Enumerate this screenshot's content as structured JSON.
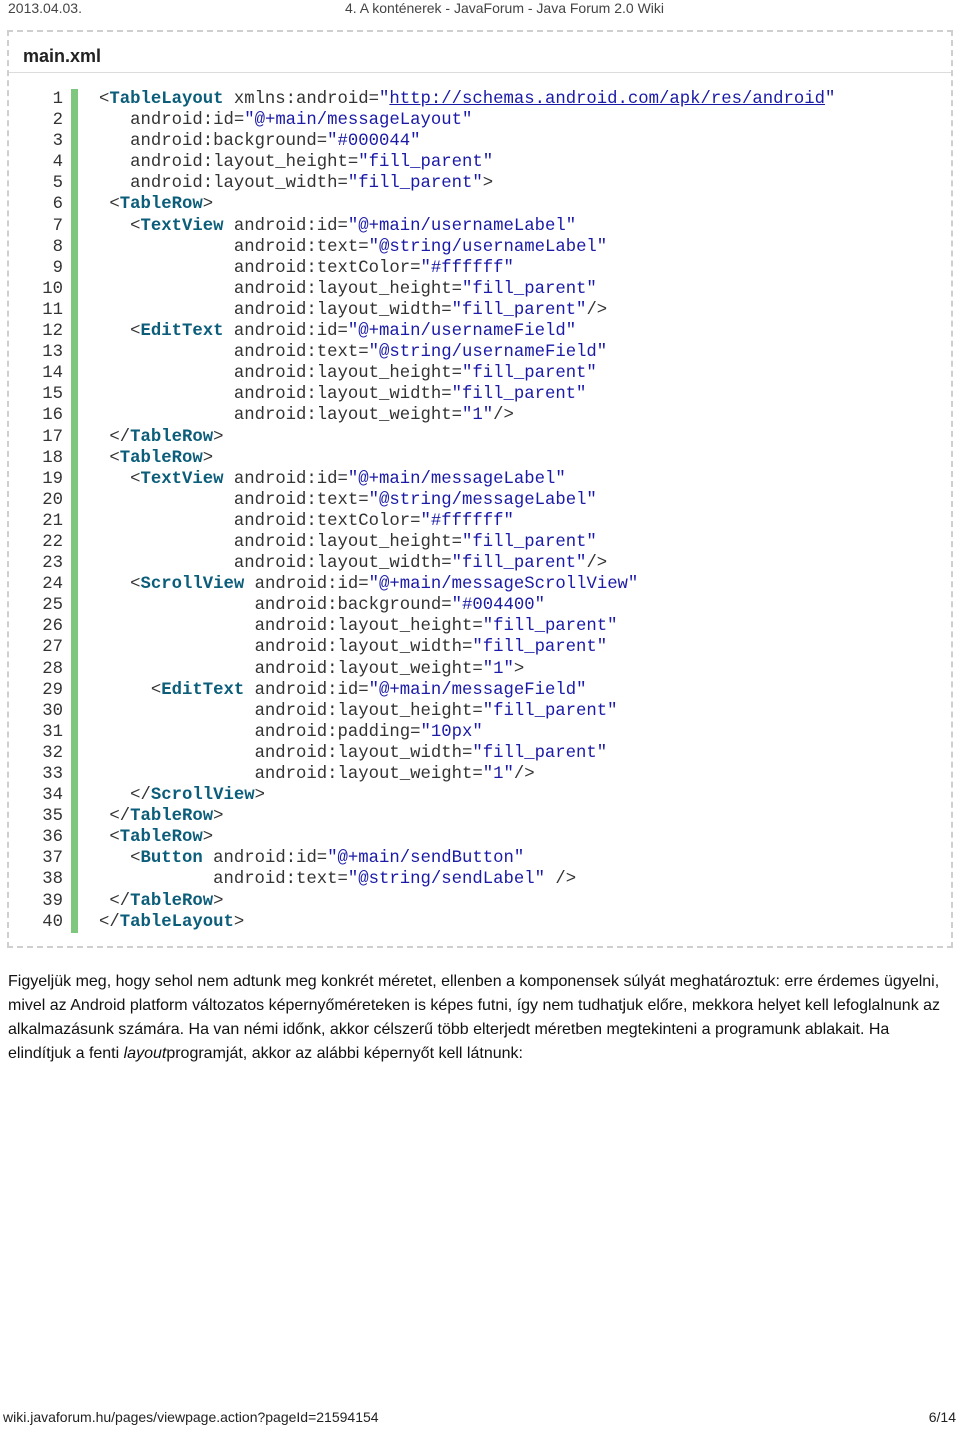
{
  "header": {
    "date": "2013.04.03.",
    "title": "4. A konténerek - JavaForum - Java Forum 2.0 Wiki"
  },
  "panel": {
    "title": "main.xml"
  },
  "code_lines": [
    {
      "n": "1",
      "ind": "",
      "p": [
        [
          "t",
          "<"
        ],
        [
          "g",
          "TableLayout"
        ],
        [
          "t",
          " xmlns:android="
        ],
        [
          "s",
          "\""
        ],
        [
          "u",
          "http://schemas.android.com/apk/res/android"
        ],
        [
          "s",
          "\""
        ]
      ]
    },
    {
      "n": "2",
      "ind": "   ",
      "p": [
        [
          "t",
          "android:id="
        ],
        [
          "s",
          "\"@+main/messageLayout\""
        ]
      ]
    },
    {
      "n": "3",
      "ind": "   ",
      "p": [
        [
          "t",
          "android:background="
        ],
        [
          "s",
          "\"#000044\""
        ]
      ]
    },
    {
      "n": "4",
      "ind": "   ",
      "p": [
        [
          "t",
          "android:layout_height="
        ],
        [
          "s",
          "\"fill_parent\""
        ]
      ]
    },
    {
      "n": "5",
      "ind": "   ",
      "p": [
        [
          "t",
          "android:layout_width="
        ],
        [
          "s",
          "\"fill_parent\""
        ],
        [
          "t",
          ">"
        ]
      ]
    },
    {
      "n": "6",
      "ind": " ",
      "p": [
        [
          "t",
          "<"
        ],
        [
          "g",
          "TableRow"
        ],
        [
          "t",
          ">"
        ]
      ]
    },
    {
      "n": "7",
      "ind": "   ",
      "p": [
        [
          "t",
          "<"
        ],
        [
          "g",
          "TextView"
        ],
        [
          "t",
          " android:id="
        ],
        [
          "s",
          "\"@+main/usernameLabel\""
        ]
      ]
    },
    {
      "n": "8",
      "ind": "             ",
      "p": [
        [
          "t",
          "android:text="
        ],
        [
          "s",
          "\"@string/usernameLabel\""
        ]
      ]
    },
    {
      "n": "9",
      "ind": "             ",
      "p": [
        [
          "t",
          "android:textColor="
        ],
        [
          "s",
          "\"#ffffff\""
        ]
      ]
    },
    {
      "n": "10",
      "ind": "             ",
      "p": [
        [
          "t",
          "android:layout_height="
        ],
        [
          "s",
          "\"fill_parent\""
        ]
      ]
    },
    {
      "n": "11",
      "ind": "             ",
      "p": [
        [
          "t",
          "android:layout_width="
        ],
        [
          "s",
          "\"fill_parent\""
        ],
        [
          "t",
          "/>"
        ]
      ]
    },
    {
      "n": "12",
      "ind": "   ",
      "p": [
        [
          "t",
          "<"
        ],
        [
          "g",
          "EditText"
        ],
        [
          "t",
          " android:id="
        ],
        [
          "s",
          "\"@+main/usernameField\""
        ]
      ]
    },
    {
      "n": "13",
      "ind": "             ",
      "p": [
        [
          "t",
          "android:text="
        ],
        [
          "s",
          "\"@string/usernameField\""
        ]
      ]
    },
    {
      "n": "14",
      "ind": "             ",
      "p": [
        [
          "t",
          "android:layout_height="
        ],
        [
          "s",
          "\"fill_parent\""
        ]
      ]
    },
    {
      "n": "15",
      "ind": "             ",
      "p": [
        [
          "t",
          "android:layout_width="
        ],
        [
          "s",
          "\"fill_parent\""
        ]
      ]
    },
    {
      "n": "16",
      "ind": "             ",
      "p": [
        [
          "t",
          "android:layout_weight="
        ],
        [
          "s",
          "\"1\""
        ],
        [
          "t",
          "/>"
        ]
      ]
    },
    {
      "n": "17",
      "ind": " ",
      "p": [
        [
          "t",
          "</"
        ],
        [
          "g",
          "TableRow"
        ],
        [
          "t",
          ">"
        ]
      ]
    },
    {
      "n": "18",
      "ind": " ",
      "p": [
        [
          "t",
          "<"
        ],
        [
          "g",
          "TableRow"
        ],
        [
          "t",
          ">"
        ]
      ]
    },
    {
      "n": "19",
      "ind": "   ",
      "p": [
        [
          "t",
          "<"
        ],
        [
          "g",
          "TextView"
        ],
        [
          "t",
          " android:id="
        ],
        [
          "s",
          "\"@+main/messageLabel\""
        ]
      ]
    },
    {
      "n": "20",
      "ind": "             ",
      "p": [
        [
          "t",
          "android:text="
        ],
        [
          "s",
          "\"@string/messageLabel\""
        ]
      ]
    },
    {
      "n": "21",
      "ind": "             ",
      "p": [
        [
          "t",
          "android:textColor="
        ],
        [
          "s",
          "\"#ffffff\""
        ]
      ]
    },
    {
      "n": "22",
      "ind": "             ",
      "p": [
        [
          "t",
          "android:layout_height="
        ],
        [
          "s",
          "\"fill_parent\""
        ]
      ]
    },
    {
      "n": "23",
      "ind": "             ",
      "p": [
        [
          "t",
          "android:layout_width="
        ],
        [
          "s",
          "\"fill_parent\""
        ],
        [
          "t",
          "/>"
        ]
      ]
    },
    {
      "n": "24",
      "ind": "   ",
      "p": [
        [
          "t",
          "<"
        ],
        [
          "g",
          "ScrollView"
        ],
        [
          "t",
          " android:id="
        ],
        [
          "s",
          "\"@+main/messageScrollView\""
        ]
      ]
    },
    {
      "n": "25",
      "ind": "               ",
      "p": [
        [
          "t",
          "android:background="
        ],
        [
          "s",
          "\"#004400\""
        ]
      ]
    },
    {
      "n": "26",
      "ind": "               ",
      "p": [
        [
          "t",
          "android:layout_height="
        ],
        [
          "s",
          "\"fill_parent\""
        ]
      ]
    },
    {
      "n": "27",
      "ind": "               ",
      "p": [
        [
          "t",
          "android:layout_width="
        ],
        [
          "s",
          "\"fill_parent\""
        ]
      ]
    },
    {
      "n": "28",
      "ind": "               ",
      "p": [
        [
          "t",
          "android:layout_weight="
        ],
        [
          "s",
          "\"1\""
        ],
        [
          "t",
          ">"
        ]
      ]
    },
    {
      "n": "29",
      "ind": "     ",
      "p": [
        [
          "t",
          "<"
        ],
        [
          "g",
          "EditText"
        ],
        [
          "t",
          " android:id="
        ],
        [
          "s",
          "\"@+main/messageField\""
        ]
      ]
    },
    {
      "n": "30",
      "ind": "               ",
      "p": [
        [
          "t",
          "android:layout_height="
        ],
        [
          "s",
          "\"fill_parent\""
        ]
      ]
    },
    {
      "n": "31",
      "ind": "               ",
      "p": [
        [
          "t",
          "android:padding="
        ],
        [
          "s",
          "\"10px\""
        ]
      ]
    },
    {
      "n": "32",
      "ind": "               ",
      "p": [
        [
          "t",
          "android:layout_width="
        ],
        [
          "s",
          "\"fill_parent\""
        ]
      ]
    },
    {
      "n": "33",
      "ind": "               ",
      "p": [
        [
          "t",
          "android:layout_weight="
        ],
        [
          "s",
          "\"1\""
        ],
        [
          "t",
          "/>"
        ]
      ]
    },
    {
      "n": "34",
      "ind": "   ",
      "p": [
        [
          "t",
          "</"
        ],
        [
          "g",
          "ScrollView"
        ],
        [
          "t",
          ">"
        ]
      ]
    },
    {
      "n": "35",
      "ind": " ",
      "p": [
        [
          "t",
          "</"
        ],
        [
          "g",
          "TableRow"
        ],
        [
          "t",
          ">"
        ]
      ]
    },
    {
      "n": "36",
      "ind": " ",
      "p": [
        [
          "t",
          "<"
        ],
        [
          "g",
          "TableRow"
        ],
        [
          "t",
          ">"
        ]
      ]
    },
    {
      "n": "37",
      "ind": "   ",
      "p": [
        [
          "t",
          "<"
        ],
        [
          "g",
          "Button"
        ],
        [
          "t",
          " android:id="
        ],
        [
          "s",
          "\"@+main/sendButton\""
        ]
      ]
    },
    {
      "n": "38",
      "ind": "           ",
      "p": [
        [
          "t",
          "android:text="
        ],
        [
          "s",
          "\"@string/sendLabel\""
        ],
        [
          "t",
          " />"
        ]
      ]
    },
    {
      "n": "39",
      "ind": " ",
      "p": [
        [
          "t",
          "</"
        ],
        [
          "g",
          "TableRow"
        ],
        [
          "t",
          ">"
        ]
      ]
    },
    {
      "n": "40",
      "ind": "",
      "p": [
        [
          "t",
          "</"
        ],
        [
          "g",
          "TableLayout"
        ],
        [
          "t",
          ">"
        ]
      ]
    }
  ],
  "paragraph": {
    "part1": "Figyeljük meg, hogy sehol nem adtunk meg konkrét méretet, ellenben a komponensek súlyát meghatároztuk: erre érdemes ügyelni, mivel az Android platform változatos képernyőméreteken is képes futni, így nem tudhatjuk előre, mekkora helyet kell lefoglalnunk az alkalmazásunk számára. Ha van némi időnk, akkor célszerű több elterjedt méretben megtekinteni a programunk ablakait. Ha elindítjuk a fenti ",
    "emphasis": "layout",
    "part2": "programját, akkor az alábbi képernyőt kell látnunk:"
  },
  "footer": {
    "url": "wiki.javaforum.hu/pages/viewpage.action?pageId=21594154",
    "page": "6/14"
  }
}
